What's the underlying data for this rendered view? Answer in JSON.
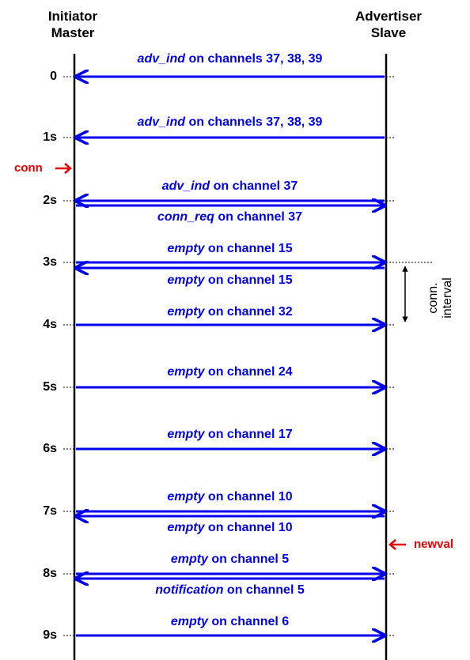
{
  "headers": {
    "left": [
      "Initiator",
      "Master"
    ],
    "right": [
      "Advertiser",
      "Slave"
    ]
  },
  "ticks": [
    "0",
    "1s",
    "2s",
    "3s",
    "4s",
    "5s",
    "6s",
    "7s",
    "8s",
    "9s"
  ],
  "messages": [
    {
      "id": "m0",
      "name": "adv_ind",
      "rest": " on channels 37, 38, 39",
      "direction": "to-initiator"
    },
    {
      "id": "m1",
      "name": "adv_ind",
      "rest": " on channels 37, 38, 39",
      "direction": "to-initiator"
    },
    {
      "id": "m2a",
      "name": "adv_ind",
      "rest": " on channel 37",
      "direction": "to-initiator"
    },
    {
      "id": "m2b",
      "name": "conn_req",
      "rest": " on channel 37",
      "direction": "to-advertiser"
    },
    {
      "id": "m3a",
      "name": "empty",
      "rest": " on channel 15",
      "direction": "to-advertiser"
    },
    {
      "id": "m3b",
      "name": "empty",
      "rest": " on channel 15",
      "direction": "to-initiator"
    },
    {
      "id": "m4",
      "name": "empty",
      "rest": " on channel 32",
      "direction": "to-advertiser"
    },
    {
      "id": "m5",
      "name": "empty",
      "rest": " on channel 24",
      "direction": "to-advertiser"
    },
    {
      "id": "m6",
      "name": "empty",
      "rest": " on channel 17",
      "direction": "to-advertiser"
    },
    {
      "id": "m7a",
      "name": "empty",
      "rest": " on channel 10",
      "direction": "to-advertiser"
    },
    {
      "id": "m7b",
      "name": "empty",
      "rest": " on channel 10",
      "direction": "to-initiator"
    },
    {
      "id": "m8a",
      "name": "empty",
      "rest": " on channel 5",
      "direction": "to-advertiser"
    },
    {
      "id": "m8b",
      "name": "notification",
      "rest": " on channel 5",
      "direction": "to-initiator"
    },
    {
      "id": "m9",
      "name": "empty",
      "rest": " on channel 6",
      "direction": "to-advertiser"
    }
  ],
  "markers": {
    "conn": "conn",
    "newval": "newval"
  },
  "interval_label": [
    "conn.",
    "interval"
  ],
  "colors": {
    "arrow": "#0000ee",
    "marker": "#ee0000",
    "lifeline": "#000000"
  }
}
